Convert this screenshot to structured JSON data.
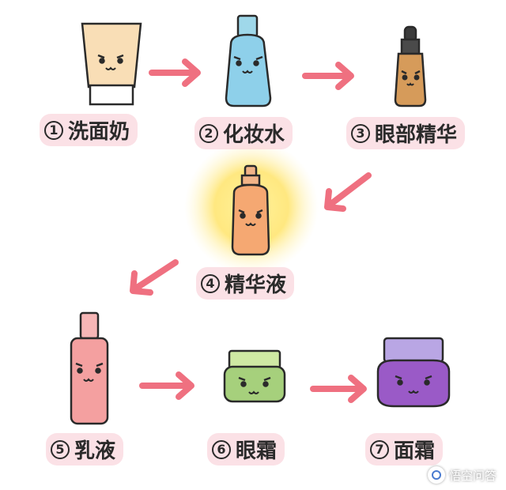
{
  "colors": {
    "arrow": "#ef7080",
    "label_bg": "#f8c8d2",
    "outline": "#2a2a2a"
  },
  "steps": [
    {
      "num": "1",
      "name": "洗面奶",
      "icon": "cleanser-tube-icon"
    },
    {
      "num": "2",
      "name": "化妆水",
      "icon": "toner-bottle-icon"
    },
    {
      "num": "3",
      "name": "眼部精华",
      "icon": "eye-serum-dropper-icon"
    },
    {
      "num": "4",
      "name": "精华液",
      "icon": "essence-pump-bottle-icon"
    },
    {
      "num": "5",
      "name": "乳液",
      "icon": "lotion-bottle-icon"
    },
    {
      "num": "6",
      "name": "眼霜",
      "icon": "eye-cream-jar-icon"
    },
    {
      "num": "7",
      "name": "面霜",
      "icon": "face-cream-jar-icon"
    }
  ],
  "watermark": {
    "text": "悟空问答",
    "icon": "wukong-logo-icon"
  }
}
